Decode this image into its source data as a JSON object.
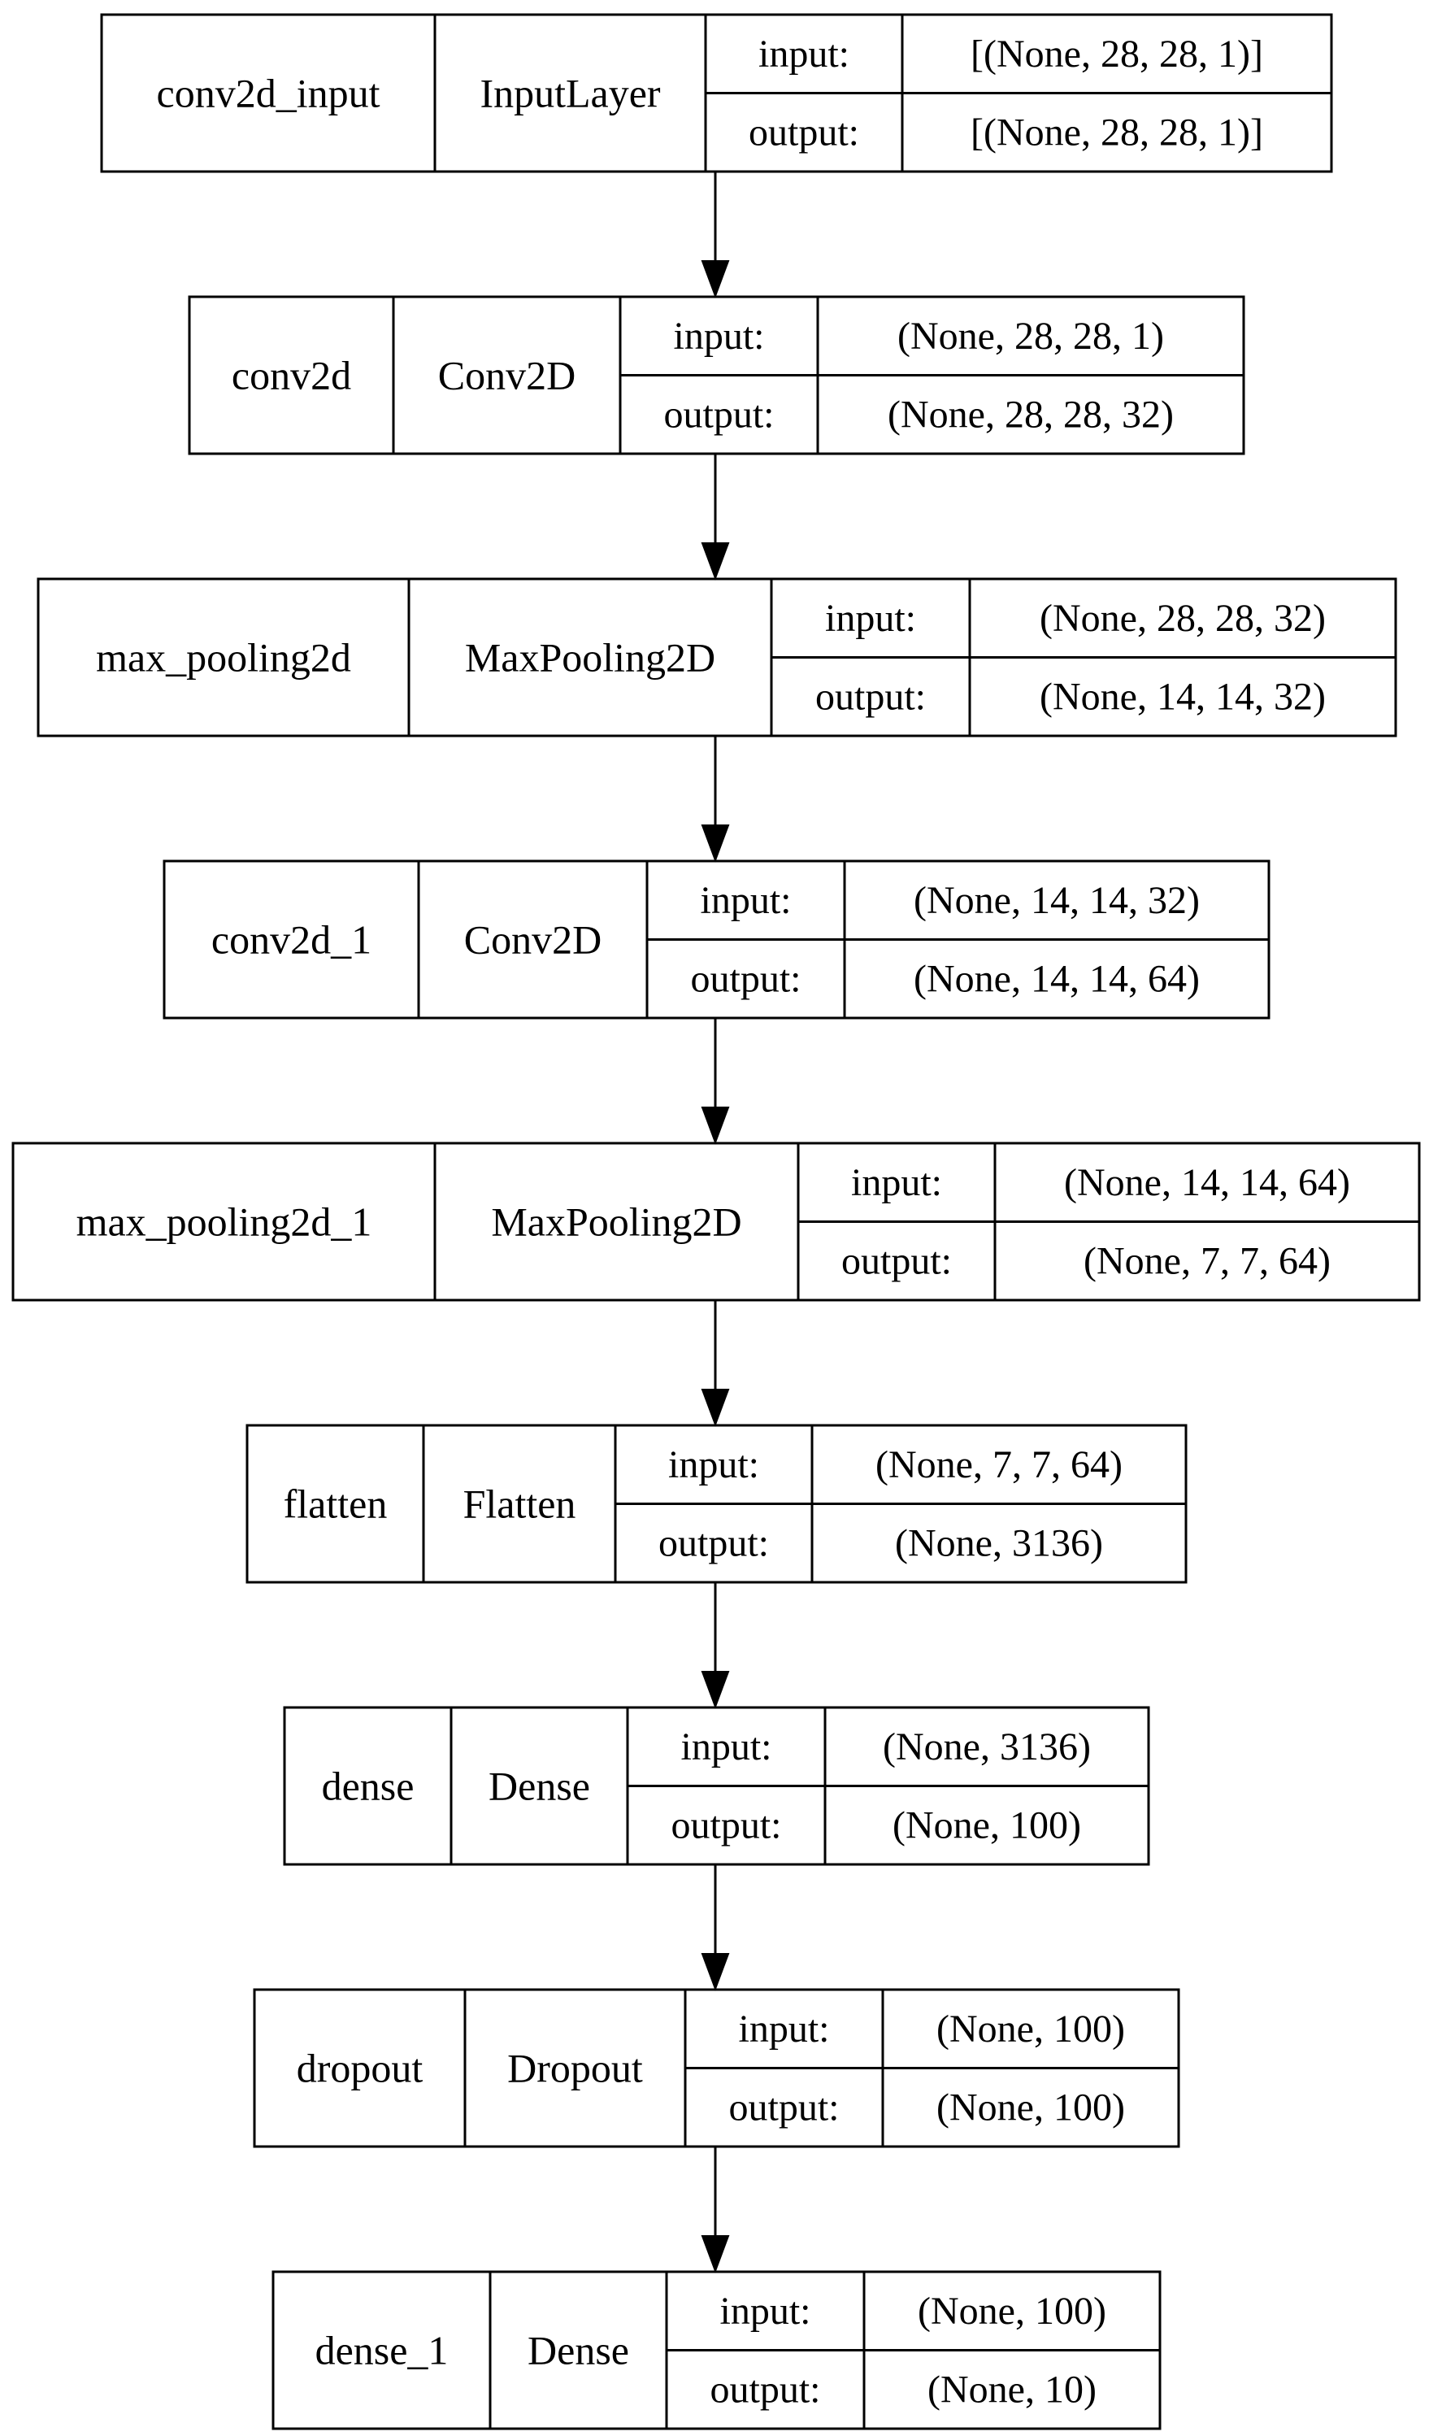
{
  "colors": {
    "background": "#ffffff",
    "stroke": "#000000",
    "text": "#000000"
  },
  "diagram": {
    "type": "model-architecture-graph",
    "port_labels": {
      "input": "input:",
      "output": "output:"
    },
    "layers": [
      {
        "name": "conv2d_input",
        "type": "InputLayer",
        "input_shape": "[(None, 28, 28, 1)]",
        "output_shape": "[(None, 28, 28, 1)]"
      },
      {
        "name": "conv2d",
        "type": "Conv2D",
        "input_shape": "(None, 28, 28, 1)",
        "output_shape": "(None, 28, 28, 32)"
      },
      {
        "name": "max_pooling2d",
        "type": "MaxPooling2D",
        "input_shape": "(None, 28, 28, 32)",
        "output_shape": "(None, 14, 14, 32)"
      },
      {
        "name": "conv2d_1",
        "type": "Conv2D",
        "input_shape": "(None, 14, 14, 32)",
        "output_shape": "(None, 14, 14, 64)"
      },
      {
        "name": "max_pooling2d_1",
        "type": "MaxPooling2D",
        "input_shape": "(None, 14, 14, 64)",
        "output_shape": "(None, 7, 7, 64)"
      },
      {
        "name": "flatten",
        "type": "Flatten",
        "input_shape": "(None, 7, 7, 64)",
        "output_shape": "(None, 3136)"
      },
      {
        "name": "dense",
        "type": "Dense",
        "input_shape": "(None, 3136)",
        "output_shape": "(None, 100)"
      },
      {
        "name": "dropout",
        "type": "Dropout",
        "input_shape": "(None, 100)",
        "output_shape": "(None, 100)"
      },
      {
        "name": "dense_1",
        "type": "Dense",
        "input_shape": "(None, 100)",
        "output_shape": "(None, 10)"
      }
    ]
  }
}
